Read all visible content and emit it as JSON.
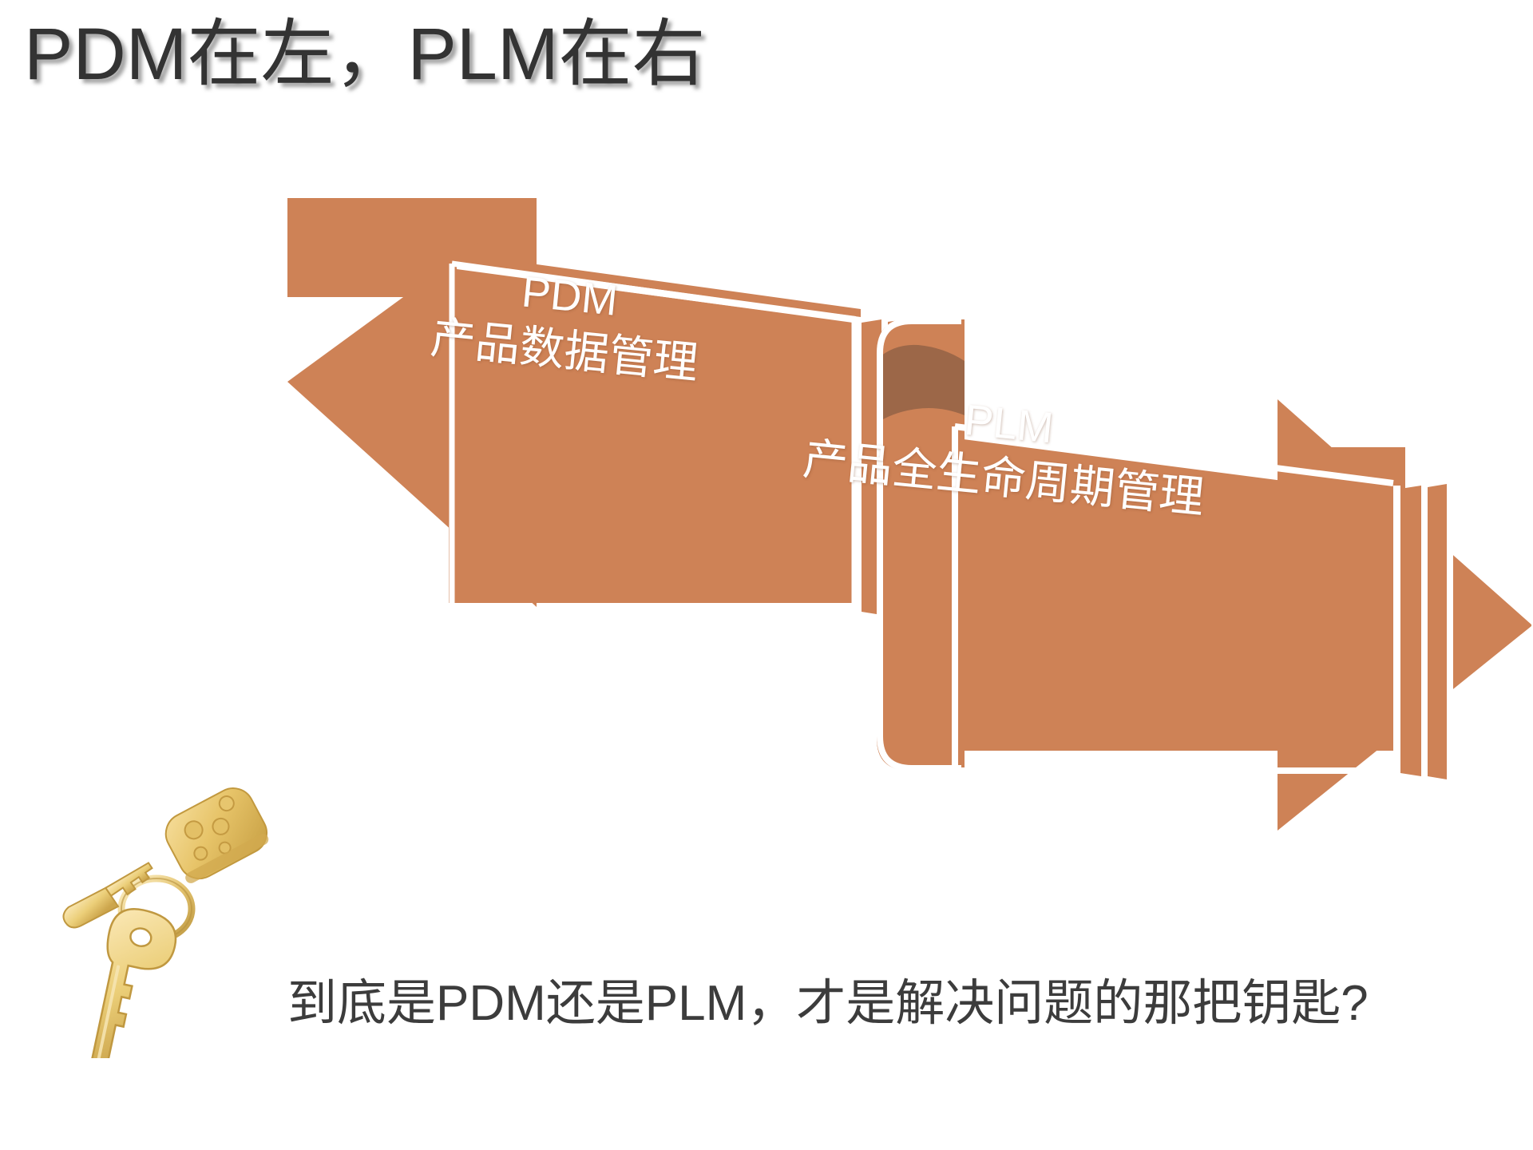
{
  "slide": {
    "title": "PDM在左，PLM在右",
    "background_color": "#FFFFFF",
    "title_color": "#333333"
  },
  "palette": {
    "arrow_fill": "#CE8256",
    "arrow_fill_dark": "#A06747",
    "arrow_fill_overlap": "#9F6B4D",
    "arrow_outline": "#FFFFFF",
    "text_on_arrow": "#FFFFFF",
    "caption_color": "#3C3C3C",
    "key_gold": "#E8C56B",
    "key_gold_dark": "#C9A24A"
  },
  "diagram": {
    "left_arrow": {
      "name": "PDM",
      "direction": "left",
      "title": "PDM",
      "subtitle": "产品数据管理"
    },
    "right_arrow": {
      "name": "PLM",
      "direction": "right",
      "title": "PLM",
      "subtitle": "产品全生命周期管理"
    }
  },
  "key_image": {
    "alt": "gold-keys-with-remote-fob",
    "icon": "keys-icon"
  },
  "caption": {
    "text": "到底是PDM还是PLM，才是解决问题的那把钥匙?"
  }
}
